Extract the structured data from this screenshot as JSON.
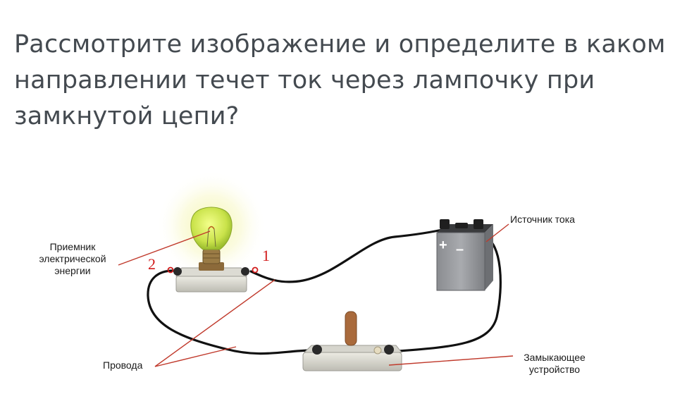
{
  "question": "Рассмотрите изображение и определите в каком направлении течет ток через лампочку при замкнутой цепи?",
  "labels": {
    "receiver_line1": "Приемник",
    "receiver_line2": "электрической",
    "receiver_line3": "энергии",
    "source": "Источник тока",
    "wires": "Провода",
    "switch_line1": "Замыкающее",
    "switch_line2": "устройство",
    "terminal_1": "1",
    "terminal_2": "2",
    "battery_plus": "+",
    "battery_minus": "–"
  },
  "colors": {
    "text": "#444a50",
    "pointer": "#c0392b",
    "wire": "#111111"
  }
}
